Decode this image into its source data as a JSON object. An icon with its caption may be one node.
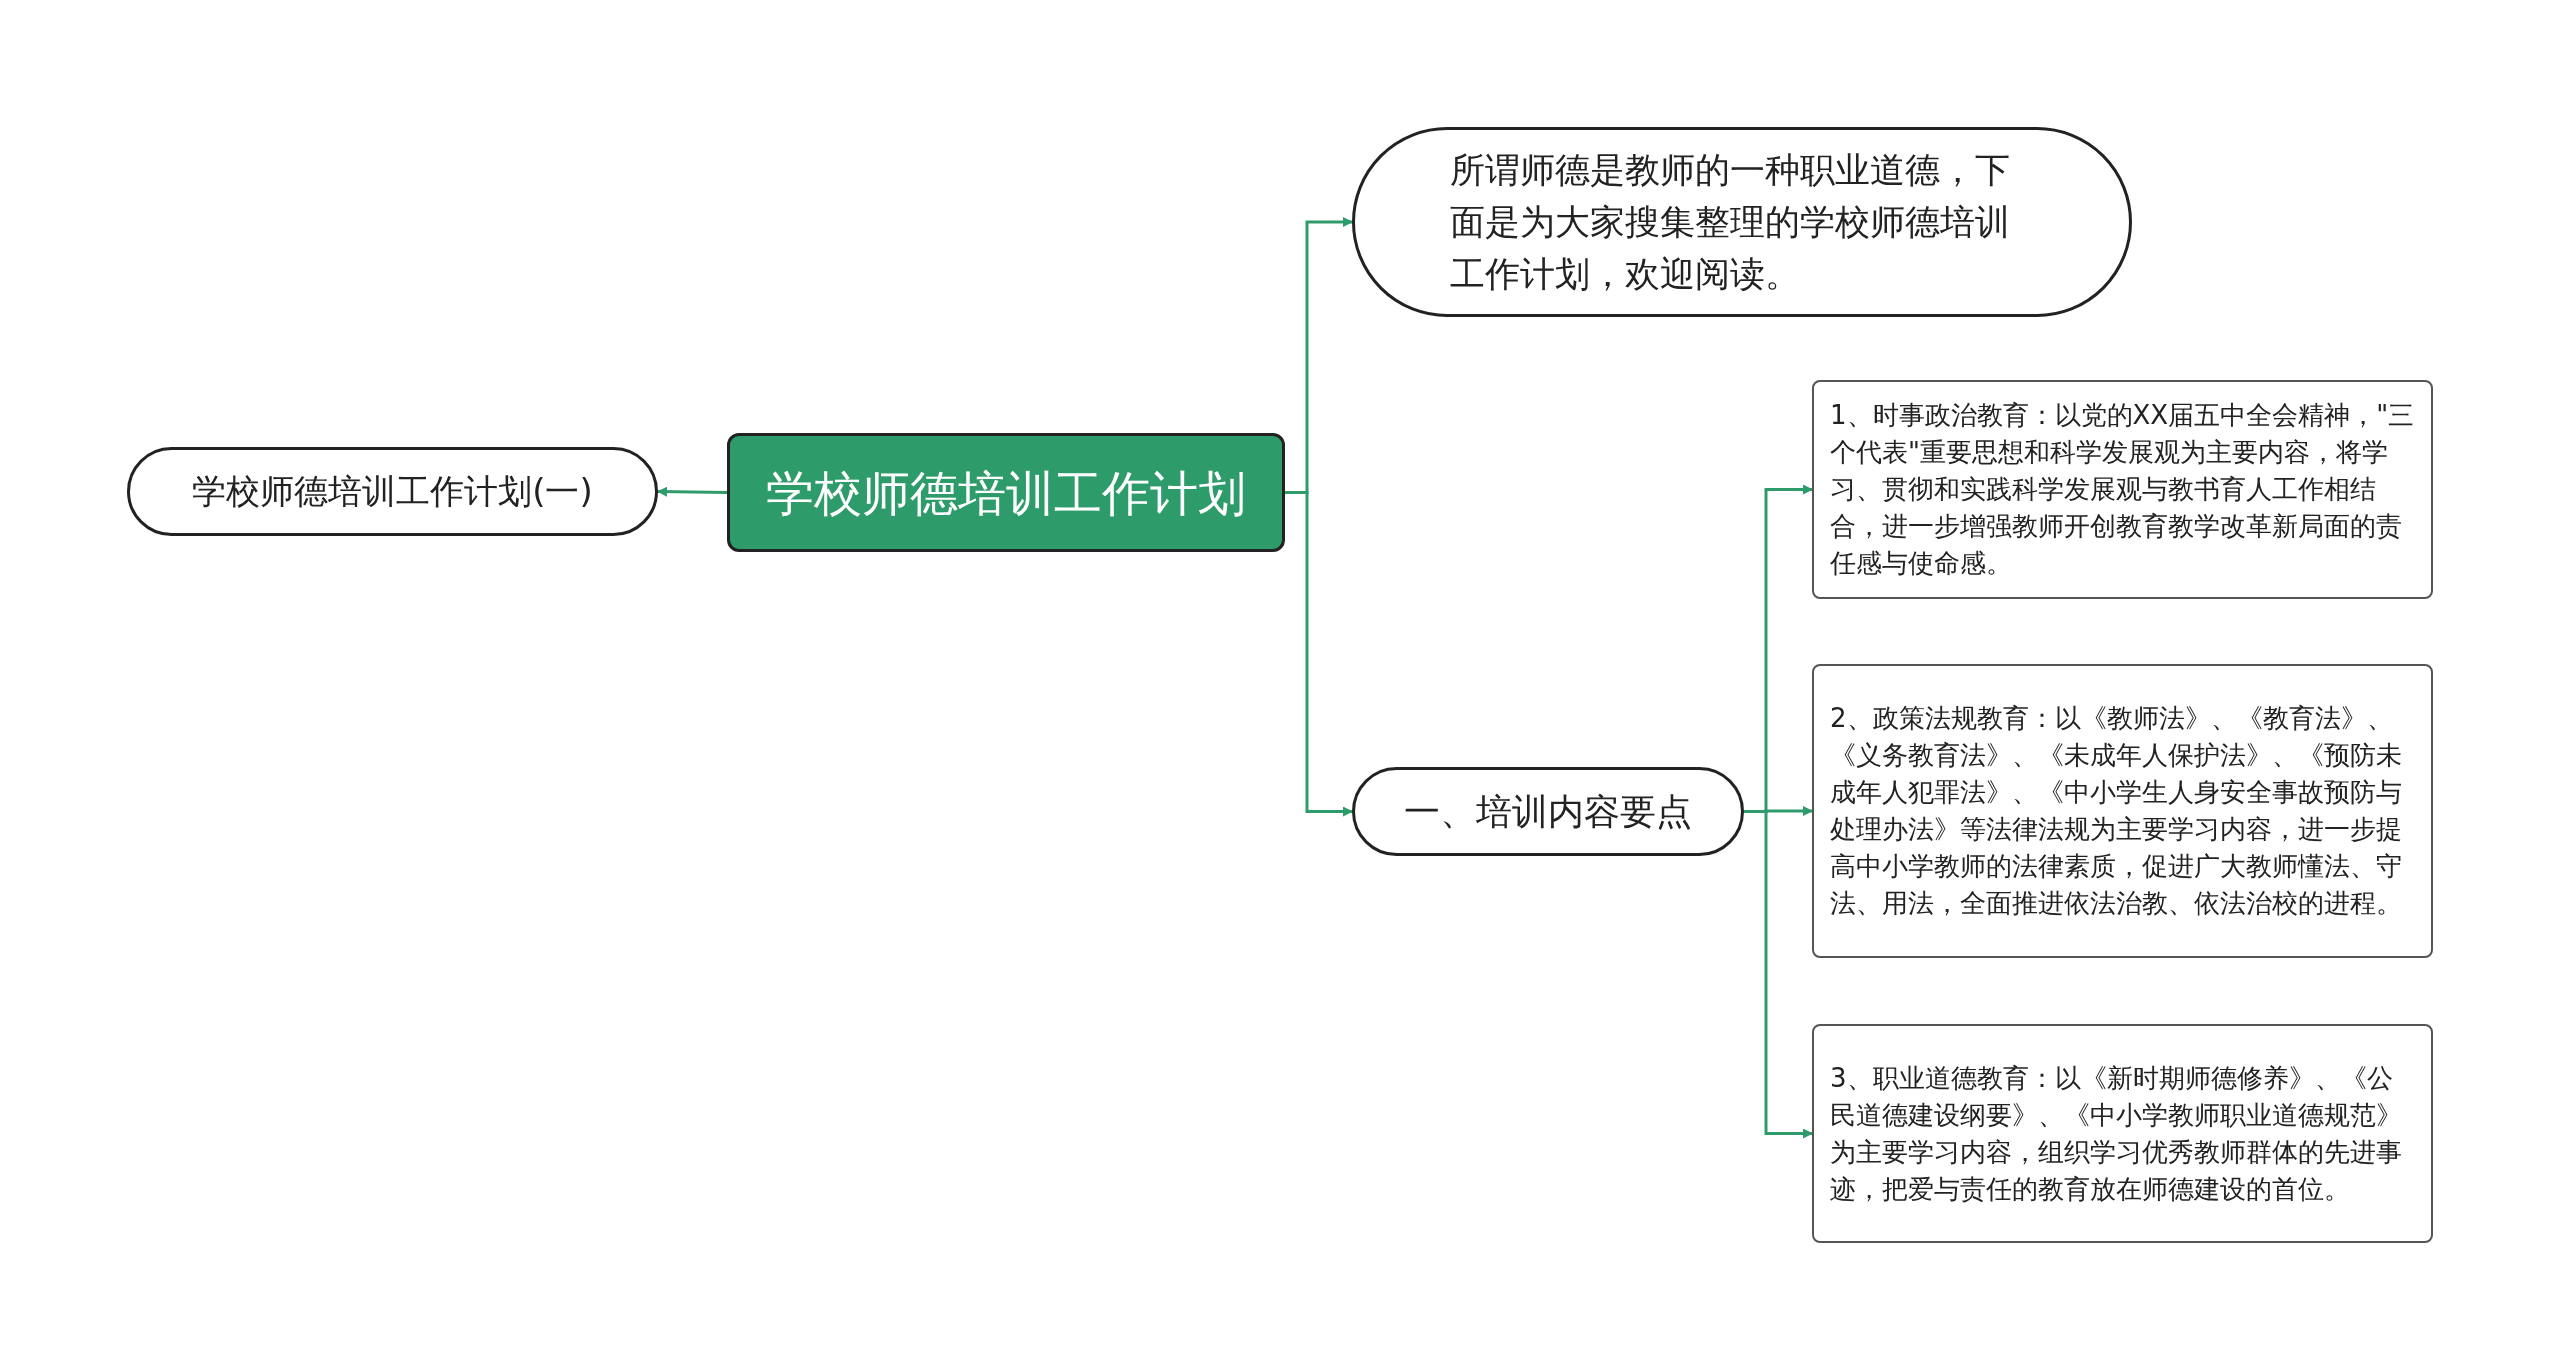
{
  "diagram": {
    "nodes": [
      {
        "text": [
          "学校师德培训工作计划"
        ]
      },
      {
        "text": [
          "学校师德培训工作计划(一)"
        ]
      },
      {
        "text": [
          "所谓师德是教师的一种职业道德，下面是为大家搜集整理的学校师德培训工作计划，欢迎阅读。"
        ]
      },
      {
        "text": [
          "一、培训内容要点"
        ]
      },
      {
        "text": [
          "1、时事政治教育：以党的XX届五中全会精神，\"三个代表\"重要思想和科学发展观为主要内容，将学习、贯彻和实践科学发展观与教书育人工作相结合，进一步增强教师开创教育教学改革新局面的责任感与使命感。"
        ]
      },
      {
        "text": [
          "2、政策法规教育：以《教师法》、《教育法》、《义务教育法》、《未成年人保护法》、《预防未成年人犯罪法》、《中小学生人身安全事故预防与处理办法》等法律法规为主要学习内容，进一步提高中小学教师的法律素质，促进广大教师懂法、守法、用法，全面推进依法治教、依法治校的进程。"
        ]
      },
      {
        "text": [
          "3、职业道德教育：以《新时期师德修养》、《公民道德建设纲要》、《中小学教师职业道德规范》为主要学习内容，组织学习优秀教师群体的先进事迹，把爱与责任的教育放在师德建设的首位。"
        ]
      }
    ],
    "edges": [
      {
        "from": 0,
        "to": 1,
        "arrow": "to"
      },
      {
        "from": 0,
        "to": 2,
        "arrow": "to"
      },
      {
        "from": 0,
        "to": 3,
        "arrow": "to"
      },
      {
        "from": 3,
        "to": 4,
        "arrow": "to"
      },
      {
        "from": 3,
        "to": 5,
        "arrow": "to"
      },
      {
        "from": 3,
        "to": 6,
        "arrow": "to"
      }
    ]
  }
}
